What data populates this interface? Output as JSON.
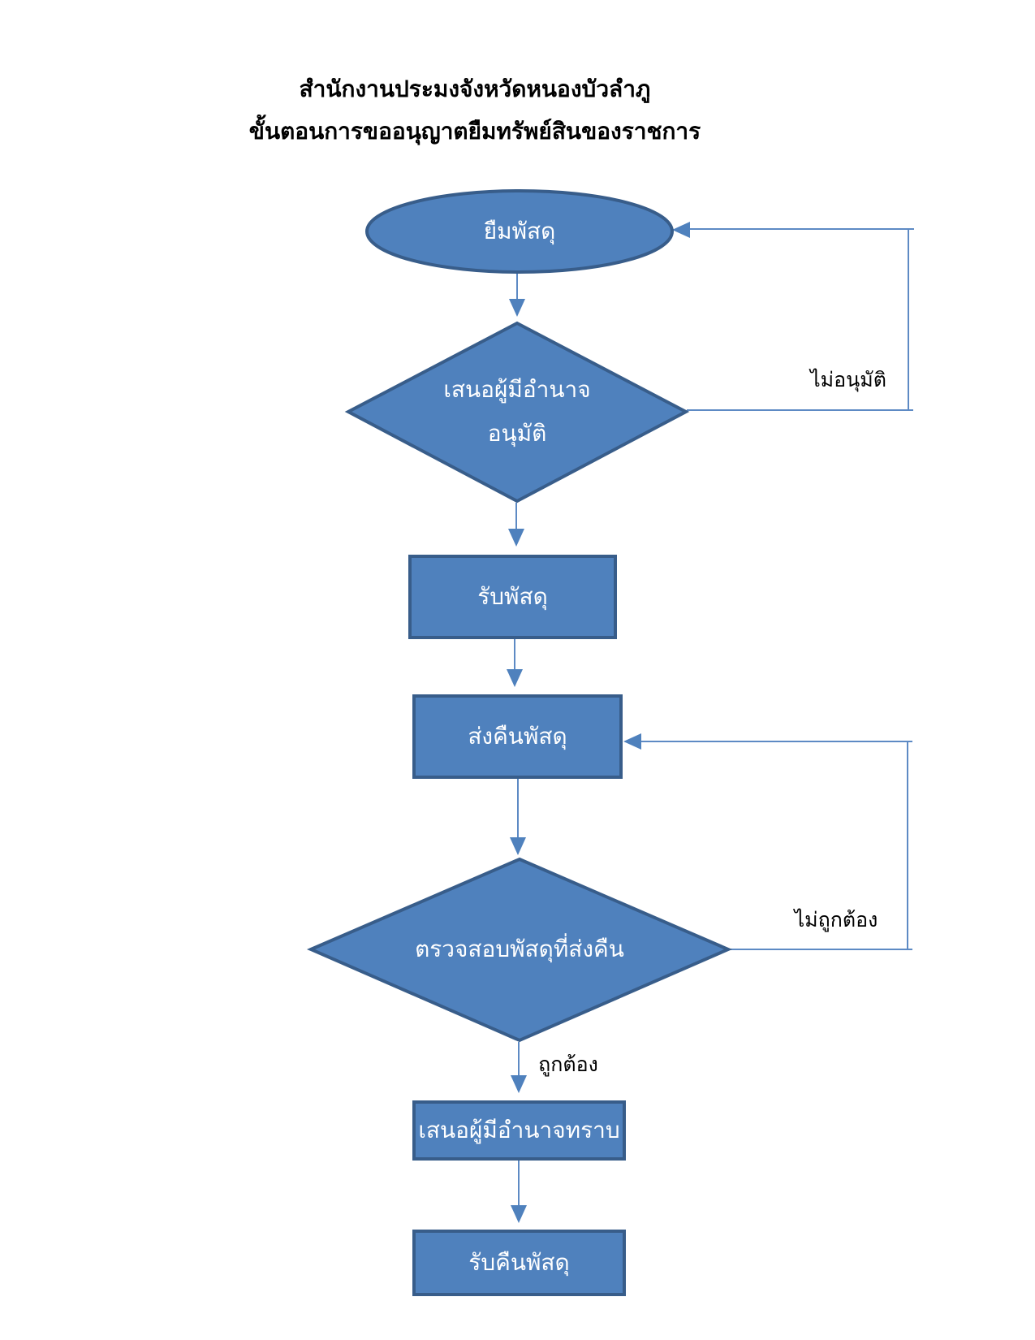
{
  "title": {
    "line1": "สำนักงานประมงจังหวัดหนองบัวลำภู",
    "line2": "ขั้นตอนการขออนุญาตยืมทรัพย์สินของราชการ"
  },
  "nodes": [
    {
      "id": "borrow-start",
      "type": "ellipse",
      "label": "ยืมพัสดุ"
    },
    {
      "id": "approve-decision",
      "type": "diamond",
      "label": "เสนอผู้มีอำนาจ\nอนุมัติ"
    },
    {
      "id": "receive-supplies",
      "type": "process",
      "label": "รับพัสดุ"
    },
    {
      "id": "return-supplies",
      "type": "process",
      "label": "ส่งคืนพัสดุ"
    },
    {
      "id": "inspect-decision",
      "type": "diamond",
      "label": "ตรวจสอบพัสดุที่ส่งคืน"
    },
    {
      "id": "inform-authority",
      "type": "process",
      "label": "เสนอผู้มีอำนาจทราบ"
    },
    {
      "id": "receive-back",
      "type": "process",
      "label": "รับคืนพัสดุ"
    }
  ],
  "edge_labels": {
    "not_approved": "ไม่อนุมัติ",
    "not_correct": "ไม่ถูกต้อง",
    "correct": "ถูกต้อง"
  },
  "colors": {
    "shape_fill": "#4f81bd",
    "shape_border": "#385d8a",
    "connector_line": "#5d8ac4",
    "arrowhead": "#4f81bd",
    "shape_text": "#ffffff",
    "label_text": "#000000",
    "background": "#ffffff"
  }
}
